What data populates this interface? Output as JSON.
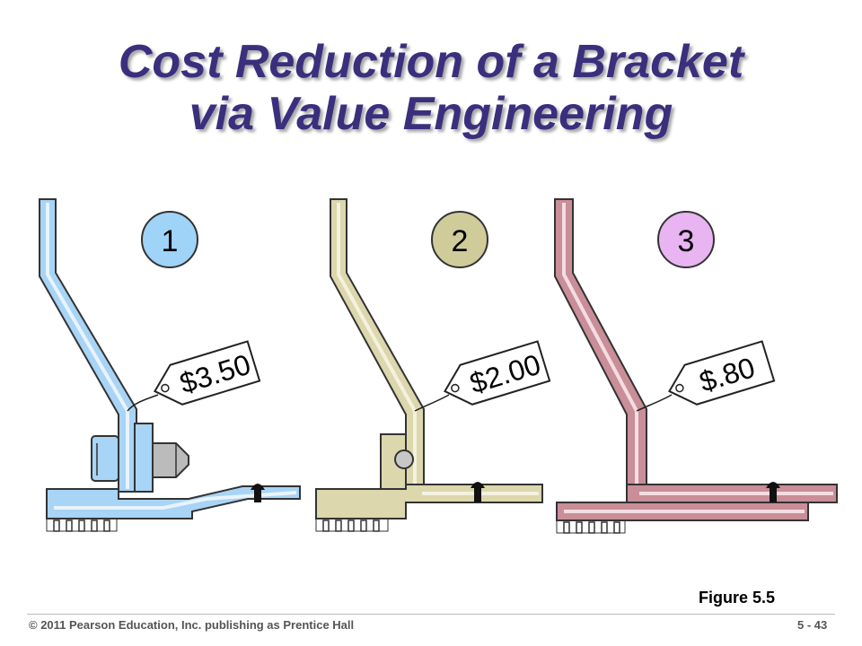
{
  "title": {
    "line1": "Cost Reduction of a Bracket",
    "line2": "via Value Engineering"
  },
  "brackets": [
    {
      "number": "1",
      "price": "$3.50",
      "color": "#a8d4f5",
      "circle_color": "#9fd3f7"
    },
    {
      "number": "2",
      "price": "$2.00",
      "color": "#dcd7ac",
      "circle_color": "#cfcc9a"
    },
    {
      "number": "3",
      "price": "$.80",
      "color": "#c98e98",
      "circle_color": "#e9b4f2"
    }
  ],
  "figure_label": "Figure 5.5",
  "footer": {
    "copyright": "© 2011 Pearson Education, Inc. publishing as Prentice Hall",
    "page": "5 - 43"
  }
}
